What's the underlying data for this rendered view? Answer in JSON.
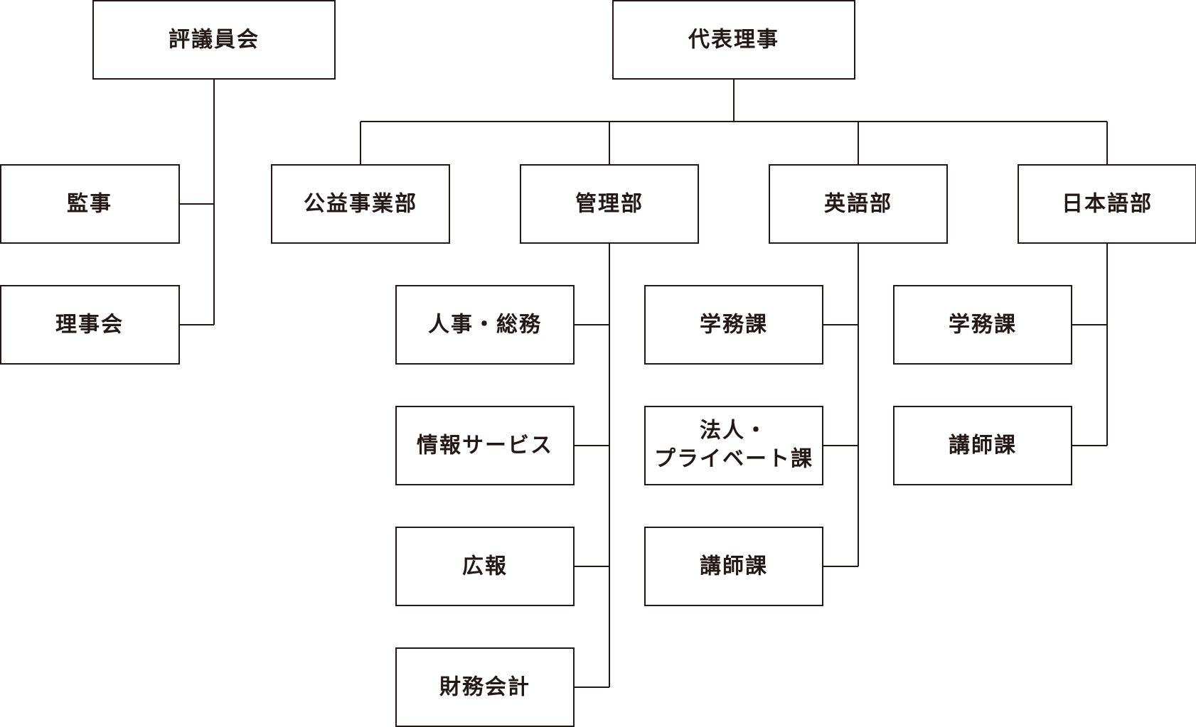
{
  "nodes": {
    "council": "評議員会",
    "auditor": "監事",
    "board": "理事会",
    "representative": "代表理事",
    "public_dept": "公益事業部",
    "admin_dept": "管理部",
    "english_dept": "英語部",
    "japanese_dept": "日本語部",
    "admin_hr": "人事・総務",
    "admin_info": "情報サービス",
    "admin_pr": "広報",
    "admin_finance": "財務会計",
    "en_academic": "学務課",
    "en_corporate_line1": "法人・",
    "en_corporate_line2": "プライベート課",
    "en_instructor": "講師課",
    "jp_academic": "学務課",
    "jp_instructor": "講師課"
  }
}
